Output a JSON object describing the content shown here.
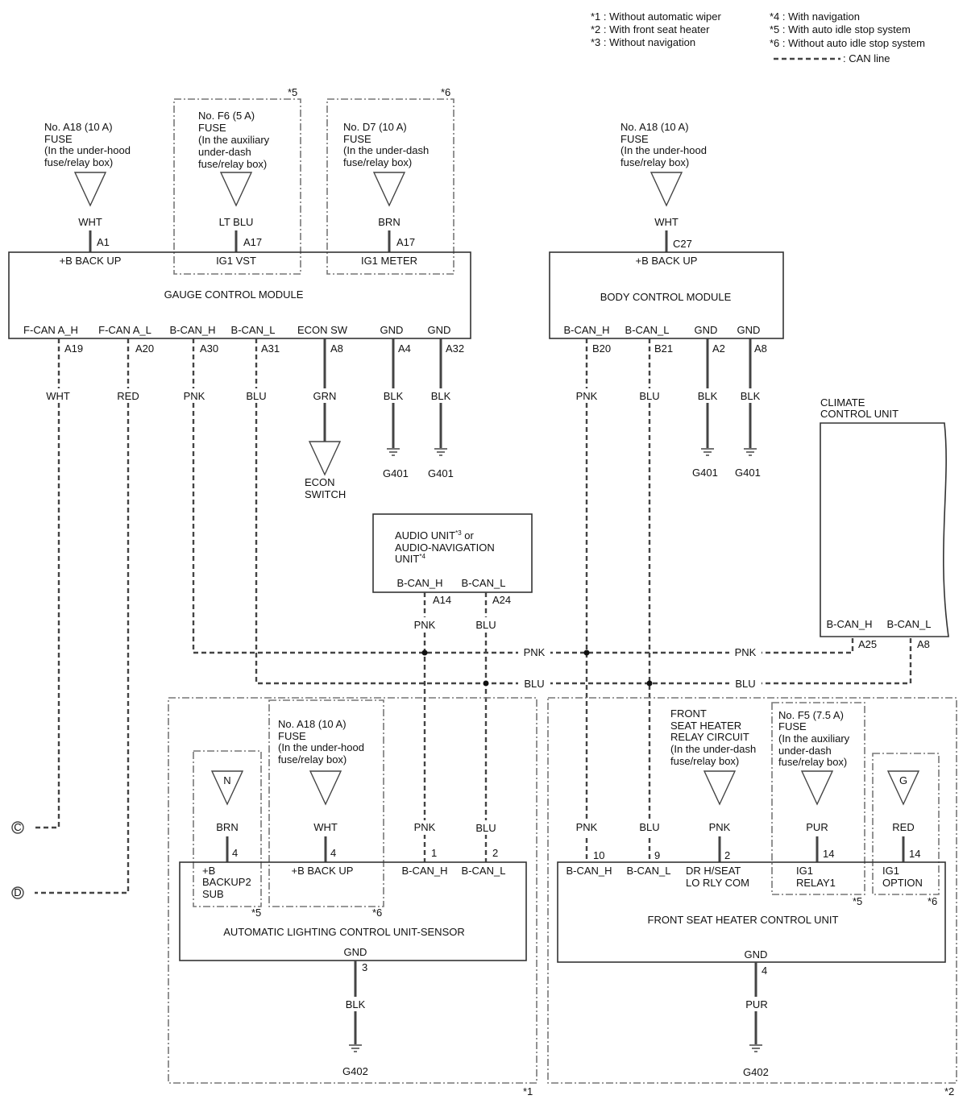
{
  "legend": {
    "n1": "*1 : Without automatic wiper",
    "n2": "*2 : With front seat heater",
    "n3": "*3 : Without navigation",
    "n4": "*4 : With navigation",
    "n5": "*5 : With auto idle stop system",
    "n6": "*6 : Without auto idle stop system",
    "can": ": CAN line"
  },
  "marks": {
    "m1": "*1",
    "m2": "*2",
    "m5": "*5",
    "m6": "*6"
  },
  "fuses": {
    "gcm_a18": [
      "No. A18 (10 A)",
      "FUSE",
      "(In the under-hood",
      "fuse/relay box)"
    ],
    "f6": [
      "No. F6 (5 A)",
      "FUSE",
      "(In the auxiliary",
      "under-dash",
      "fuse/relay box)"
    ],
    "d7": [
      "No. D7 (10 A)",
      "FUSE",
      "(In the under-dash",
      "fuse/relay box)"
    ],
    "bcm_a18": [
      "No. A18 (10 A)",
      "FUSE",
      "(In the under-hood",
      "fuse/relay box)"
    ],
    "alc_a18": [
      "No. A18 (10 A)",
      "FUSE",
      "(In the under-hood",
      "fuse/relay box)"
    ],
    "relay_ckt": [
      "FRONT",
      "SEAT HEATER",
      "RELAY CIRCUIT",
      "(In the under-dash",
      "fuse/relay box)"
    ],
    "f5": [
      "No. F5 (7.5 A)",
      "FUSE",
      "(In the auxiliary",
      "under-dash",
      "fuse/relay box)"
    ]
  },
  "wires": {
    "wht": "WHT",
    "ltblu": "LT BLU",
    "brn": "BRN",
    "red": "RED",
    "pnk": "PNK",
    "blu": "BLU",
    "grn": "GRN",
    "blk": "BLK",
    "pur": "PUR"
  },
  "pins": {
    "a1": "A1",
    "a17": "A17",
    "c27": "C27",
    "a19": "A19",
    "a20": "A20",
    "a30": "A30",
    "a31": "A31",
    "a8": "A8",
    "a4": "A4",
    "a32": "A32",
    "b20": "B20",
    "b21": "B21",
    "a2": "A2",
    "a14": "A14",
    "a24": "A24",
    "a25": "A25",
    "p1": "1",
    "p2": "2",
    "p3": "3",
    "p4": "4",
    "p9": "9",
    "p10": "10",
    "p14": "14"
  },
  "gcm": {
    "name": "GAUGE CONTROL MODULE",
    "t_backup": "+B BACK UP",
    "t_vst": "IG1 VST",
    "t_meter": "IG1 METER",
    "b_fcanh": "F-CAN A_H",
    "b_fcanl": "F-CAN A_L",
    "b_bcanh": "B-CAN_H",
    "b_bcanl": "B-CAN_L",
    "b_econ": "ECON SW",
    "b_gnd1": "GND",
    "b_gnd2": "GND"
  },
  "bcm": {
    "name": "BODY CONTROL MODULE",
    "t_backup": "+B BACK UP",
    "b_bcanh": "B-CAN_H",
    "b_bcanl": "B-CAN_L",
    "b_gnd1": "GND",
    "b_gnd2": "GND"
  },
  "climate": {
    "name1": "CLIMATE",
    "name2": "CONTROL UNIT",
    "canh": "B-CAN_H",
    "canl": "B-CAN_L"
  },
  "audio": {
    "name1": "AUDIO UNIT",
    "sup3": "*3",
    "or": " or",
    "name2": "AUDIO-NAVIGATION",
    "name3": "UNIT",
    "sup4": "*4",
    "canh": "B-CAN_H",
    "canl": "B-CAN_L"
  },
  "alc": {
    "name": "AUTOMATIC LIGHTING CONTROL UNIT-SENSOR",
    "t_backup2": [
      "+B",
      "BACKUP2",
      "SUB"
    ],
    "t_backup": "+B BACK UP",
    "t_canh": "B-CAN_H",
    "t_canl": "B-CAN_L",
    "b_gnd": "GND"
  },
  "fsh": {
    "name": "FRONT SEAT HEATER CONTROL UNIT",
    "t_canh": "B-CAN_H",
    "t_canl": "B-CAN_L",
    "t_drh": [
      "DR H/SEAT",
      "LO RLY COM"
    ],
    "t_relay1": [
      "IG1",
      "RELAY1"
    ],
    "t_option": [
      "IG1",
      "OPTION"
    ],
    "b_gnd": "GND"
  },
  "grounds": {
    "g401": "G401",
    "g402": "G402"
  },
  "econ_switch": [
    "ECON",
    "SWITCH"
  ],
  "sources": {
    "n": "N",
    "g": "G"
  },
  "connectors": {
    "c": "C",
    "d": "D"
  }
}
